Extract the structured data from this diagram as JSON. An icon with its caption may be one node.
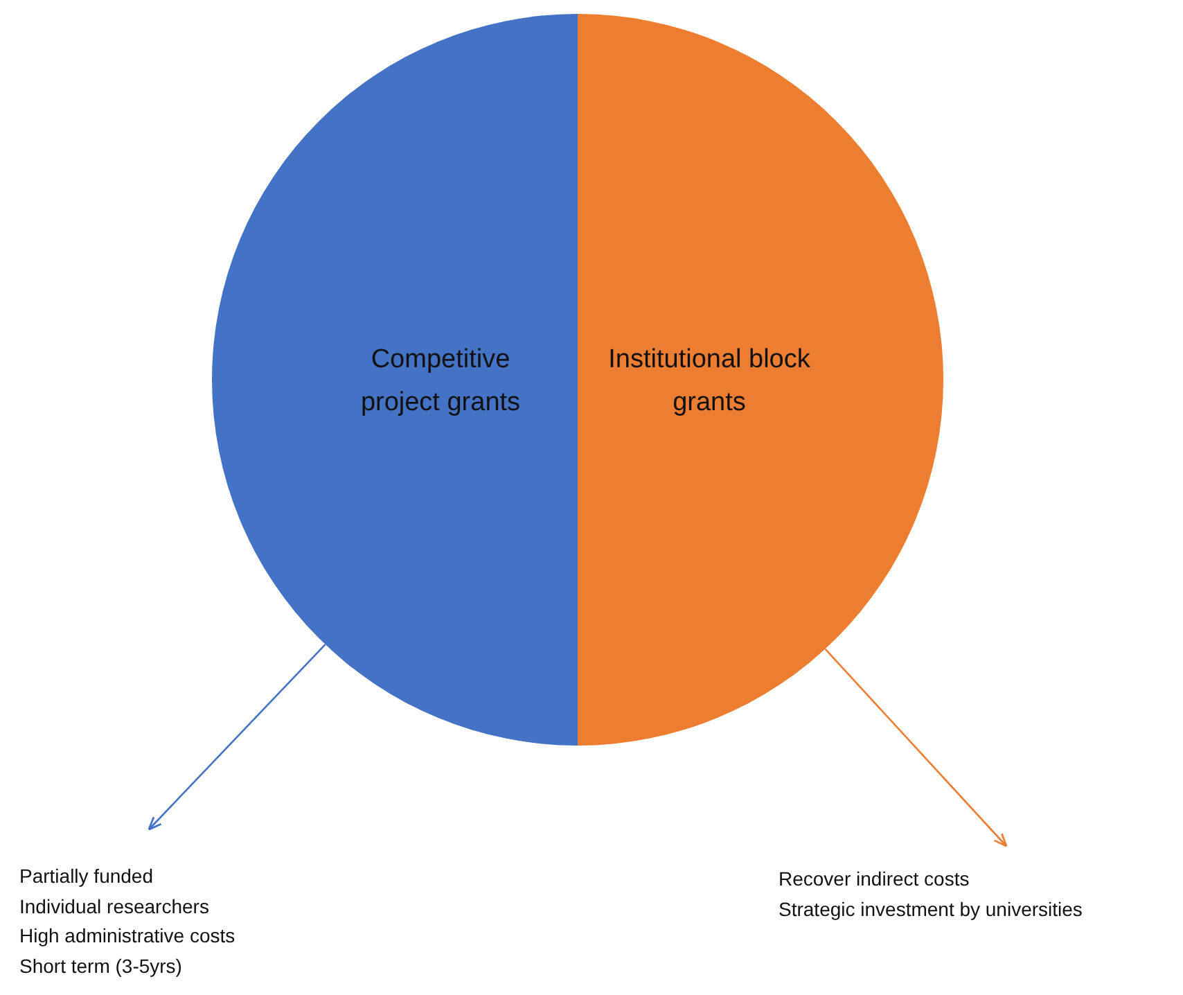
{
  "diagram": {
    "nodes": [
      {
        "text": [
          "Competitive project grants"
        ]
      },
      {
        "text": [
          "Institutional block grants"
        ]
      },
      {
        "text": [
          "Partially funded",
          "Individual researchers",
          "High administrative costs",
          "Short term (3-5yrs)"
        ]
      },
      {
        "text": [
          "Recover indirect costs",
          "Strategic investment by universities"
        ]
      }
    ],
    "edges": [
      {
        "from": 0,
        "to": 2,
        "arrow": "to",
        "color": "#4472c4"
      },
      {
        "from": 1,
        "to": 3,
        "arrow": "to",
        "color": "#ed7d31"
      }
    ]
  }
}
